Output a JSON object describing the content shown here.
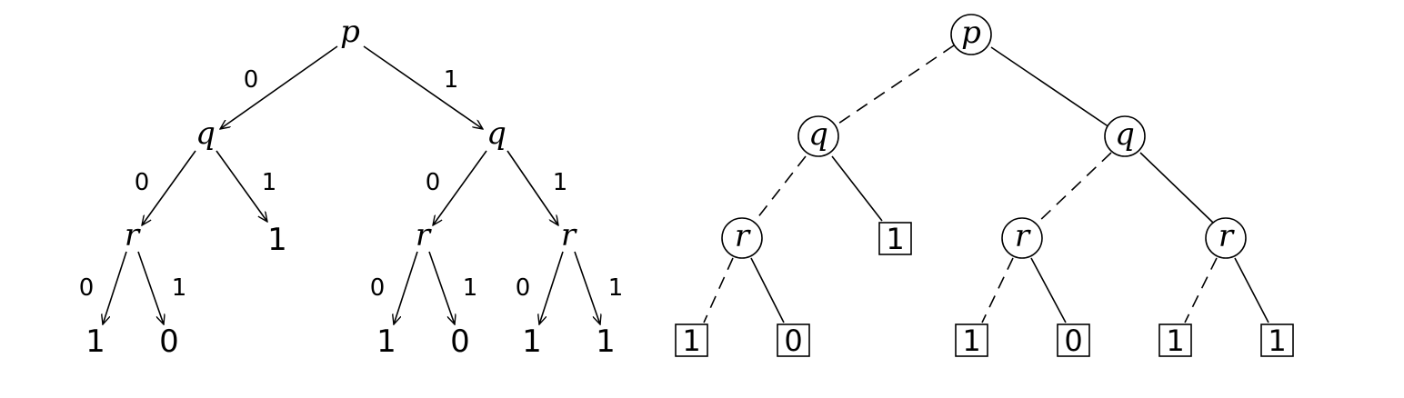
{
  "decision_tree": {
    "root": {
      "label": "p"
    },
    "level1": [
      {
        "label": "q"
      },
      {
        "label": "q"
      }
    ],
    "level2": [
      {
        "label": "r"
      },
      {
        "label": "1"
      },
      {
        "label": "r"
      },
      {
        "label": "r"
      }
    ],
    "leaves": [
      {
        "label": "1"
      },
      {
        "label": "0"
      },
      {
        "label": "1"
      },
      {
        "label": "0"
      },
      {
        "label": "1"
      },
      {
        "label": "1"
      }
    ],
    "edge_labels": {
      "p_left": "0",
      "p_right": "1",
      "q1_left": "0",
      "q1_right": "1",
      "q2_left": "0",
      "q2_right": "1",
      "r1_left": "0",
      "r1_right": "1",
      "r2_left": "0",
      "r2_right": "1",
      "r3_left": "0",
      "r3_right": "1"
    }
  },
  "bdd_tree": {
    "root": {
      "label": "p"
    },
    "level1": [
      {
        "label": "q"
      },
      {
        "label": "q"
      }
    ],
    "level2": [
      {
        "label": "r"
      },
      {
        "label": "1"
      },
      {
        "label": "r"
      },
      {
        "label": "r"
      }
    ],
    "leaves": [
      {
        "label": "1"
      },
      {
        "label": "0"
      },
      {
        "label": "1"
      },
      {
        "label": "0"
      },
      {
        "label": "1"
      },
      {
        "label": "1"
      }
    ]
  }
}
